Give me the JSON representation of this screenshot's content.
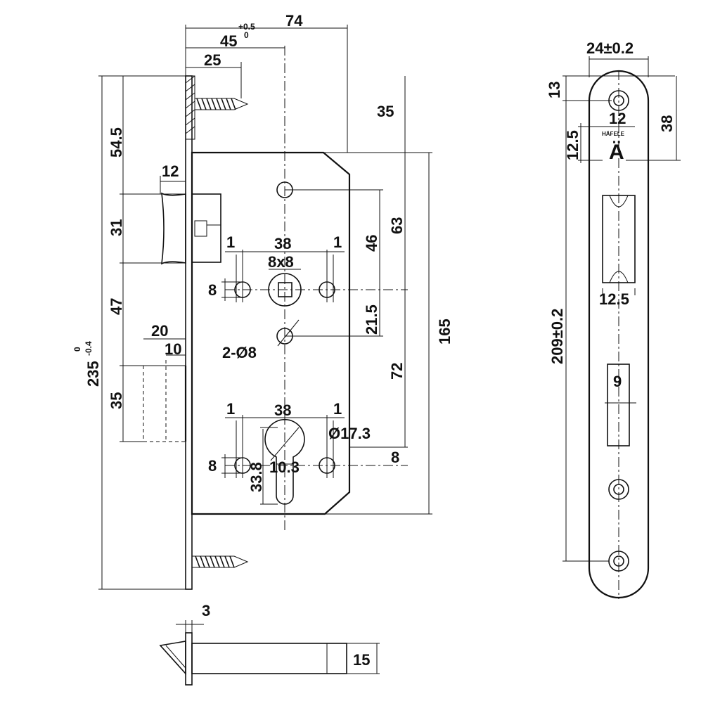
{
  "brand": "HÄFELE",
  "brand_mark": "Ä",
  "dimensions": {
    "top_74": "74",
    "top_45": "45",
    "tol_45_upper": "+0.5",
    "tol_45_lower": "0",
    "top_25": "25",
    "h_54_5": "54.5",
    "h_12": "12",
    "h_31": "31",
    "h_47": "47",
    "h_20": "20",
    "h_10": "10",
    "h_235": "235",
    "tol_235_upper": "0",
    "tol_235_lower": "-0.4",
    "h_35_left": "35",
    "h_35_right": "35",
    "h_63": "63",
    "h_46": "46",
    "h_21_5": "21.5",
    "h_72": "72",
    "h_165": "165",
    "h_8_right": "8",
    "w_38_top": "38",
    "w_1_top_left": "1",
    "w_1_top_right": "1",
    "spindle": "8x8",
    "h_8_top_left": "8",
    "holes": "2-Ø8",
    "w_38_bottom": "38",
    "w_1_bottom_left": "1",
    "w_1_bottom_right": "1",
    "cyl_dia": "Ø17.3",
    "h_8_bottom_left": "8",
    "cyl_33_8": "33.8",
    "cyl_10_3": "10.3"
  },
  "faceplate": {
    "width": "24±0.2",
    "h_13": "13",
    "h_12": "12",
    "h_12_5": "12.5",
    "h_38": "38",
    "latch_12_5": "12.5",
    "length": "209±0.2",
    "bolt_9": "9"
  },
  "bolt_view": {
    "h_3": "3",
    "h_15": "15"
  }
}
